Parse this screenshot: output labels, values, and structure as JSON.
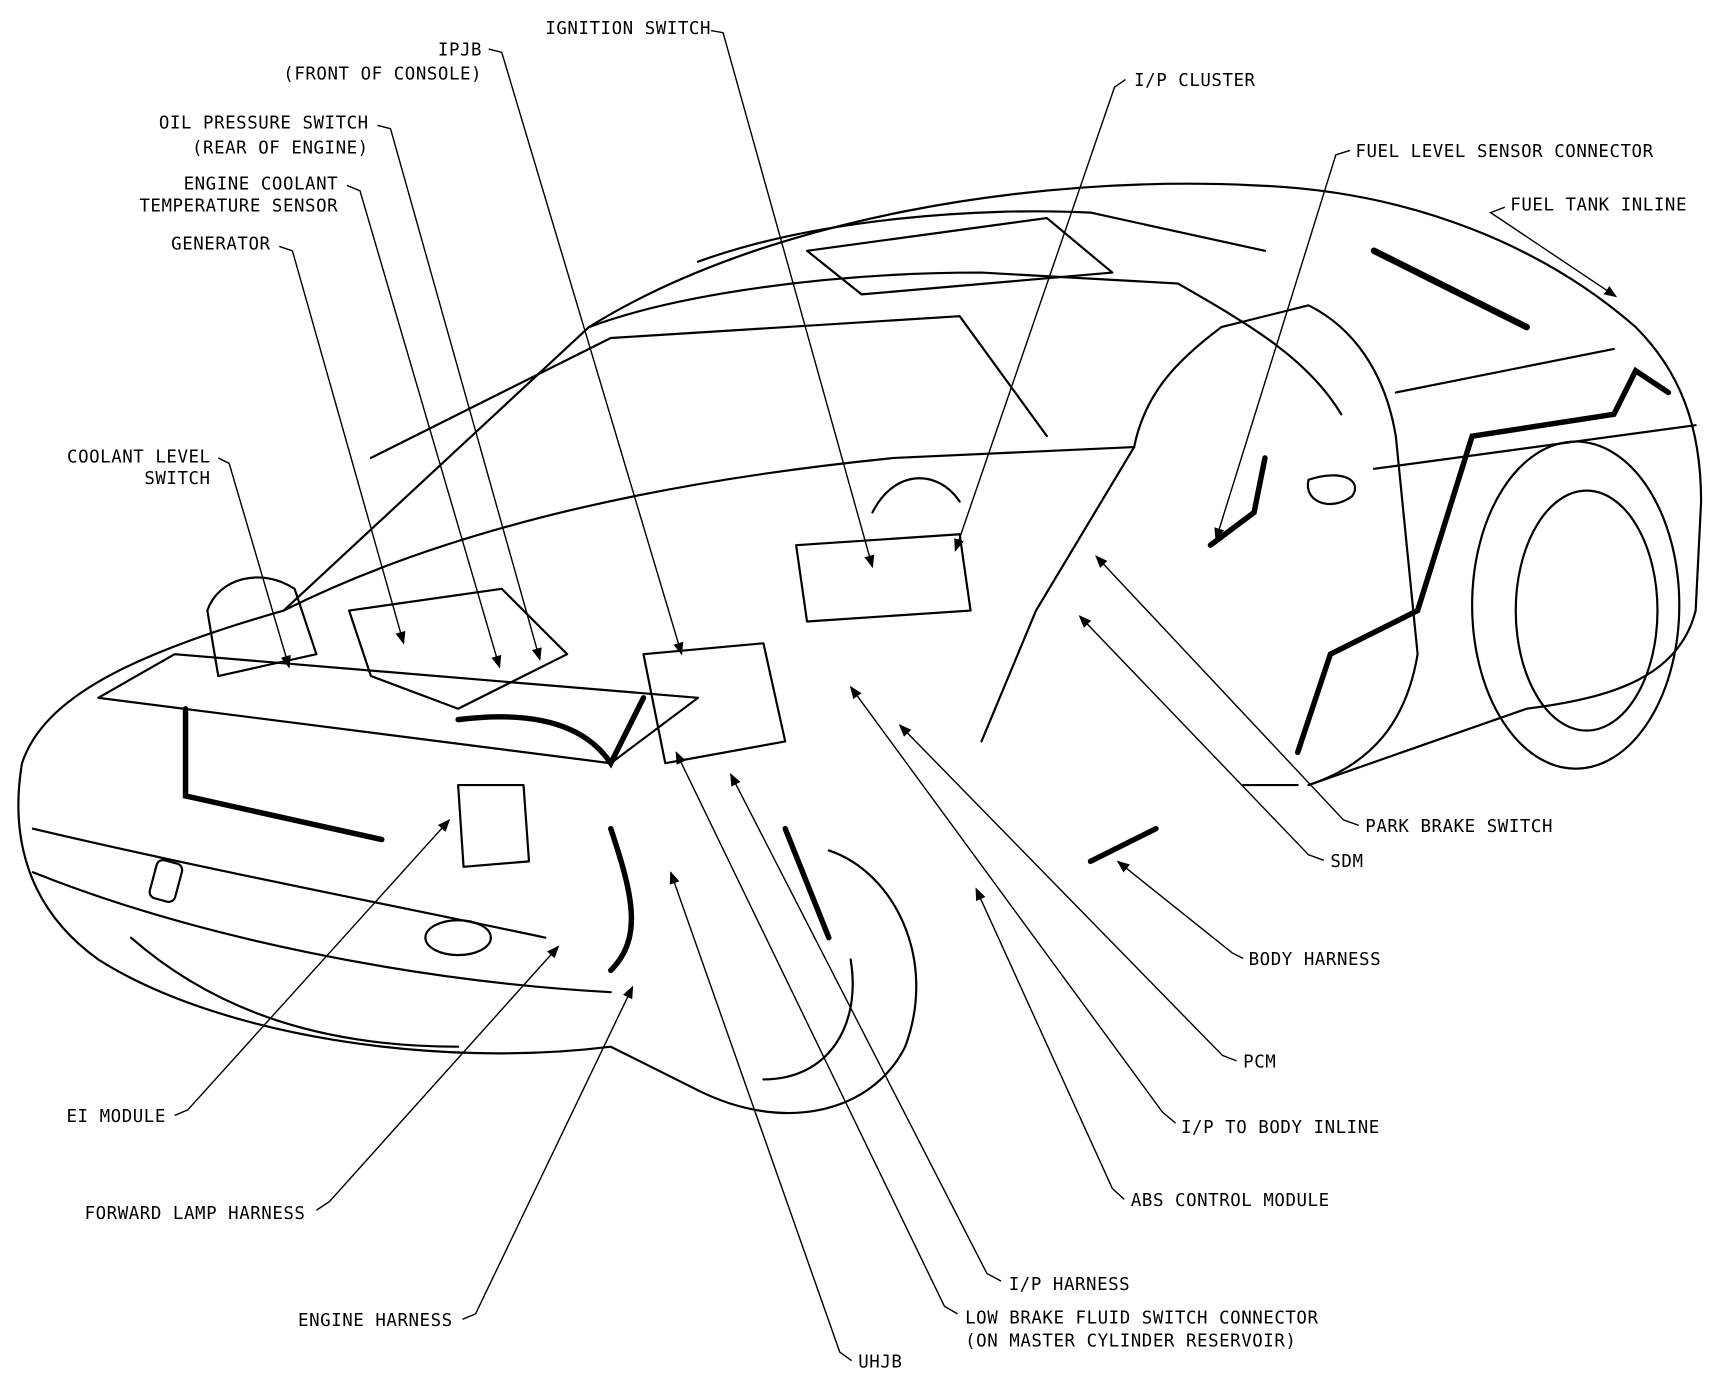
{
  "labels": {
    "ignition_switch": "IGNITION SWITCH",
    "ipjb_1": "IPJB",
    "ipjb_2": "(FRONT OF CONSOLE)",
    "ip_cluster": "I/P CLUSTER",
    "oil_1": "OIL PRESSURE SWITCH",
    "oil_2": "(REAR OF ENGINE)",
    "ect_1": "ENGINE COOLANT",
    "ect_2": "TEMPERATURE SENSOR",
    "generator": "GENERATOR",
    "fuel_level": "FUEL LEVEL SENSOR CONNECTOR",
    "fuel_tank": "FUEL TANK INLINE",
    "coolant_1": "COOLANT LEVEL",
    "coolant_2": "SWITCH",
    "park_brake": "PARK BRAKE SWITCH",
    "sdm": "SDM",
    "body_harness": "BODY HARNESS",
    "pcm": "PCM",
    "ip_body_inline": "I/P TO BODY INLINE",
    "abs": "ABS CONTROL MODULE",
    "ip_harness": "I/P HARNESS",
    "low_brake_1": "LOW BRAKE FLUID SWITCH CONNECTOR",
    "low_brake_2": "(ON MASTER CYLINDER RESERVOIR)",
    "uhjb": "UHJB",
    "engine_harness": "ENGINE HARNESS",
    "forward_lamp": "FORWARD LAMP HARNESS",
    "ei_module": "EI MODULE"
  }
}
